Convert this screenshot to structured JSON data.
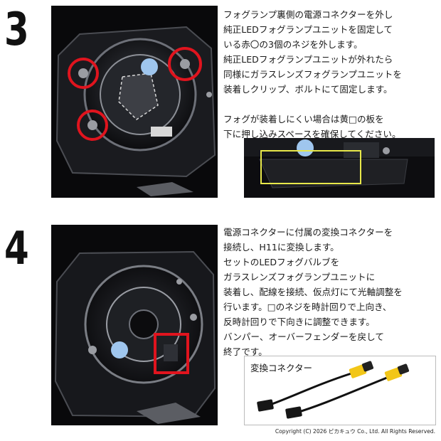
{
  "step3": {
    "number": "3",
    "lines": [
      "フォグランプ裏側の電源コネクターを外し",
      "純正LEDフォグランプユニットを固定して",
      "いる赤〇の3個のネジを外します。",
      "純正LEDフォグランプユニットが外れたら",
      "同様にガラスレンズフォグランプユニットを",
      "装着しクリップ、ボルトにて固定します。",
      "",
      "フォグが装着しにくい場合は黄□の板を",
      "下に押し込みスペースを確保してください。"
    ]
  },
  "step4": {
    "number": "4",
    "lines": [
      "電源コネクターに付属の変換コネクターを",
      "接続し、H11に変換します。",
      "セットのLEDフォグバルブを",
      "ガラスレンズフォグランプユニットに",
      "装着し、配線を接続、仮点灯にて光軸調整を",
      "行います。□のネジを時計回りで上向き、",
      "反時計回りで下向きに調整できます。",
      "バンパー、オーバーフェンダーを戻して",
      "終了です。"
    ]
  },
  "adapter": {
    "title": "変換コネクター"
  },
  "copyright": "Copyright (C) 2026 ピカキュウ Co., Ltd. All Rights Reserved.",
  "colors": {
    "highlight_red": "#e0141e",
    "highlight_yellow": "#e8e84a",
    "connector_yellow": "#f2c618",
    "bulb_blue": "#9fc6ee"
  }
}
